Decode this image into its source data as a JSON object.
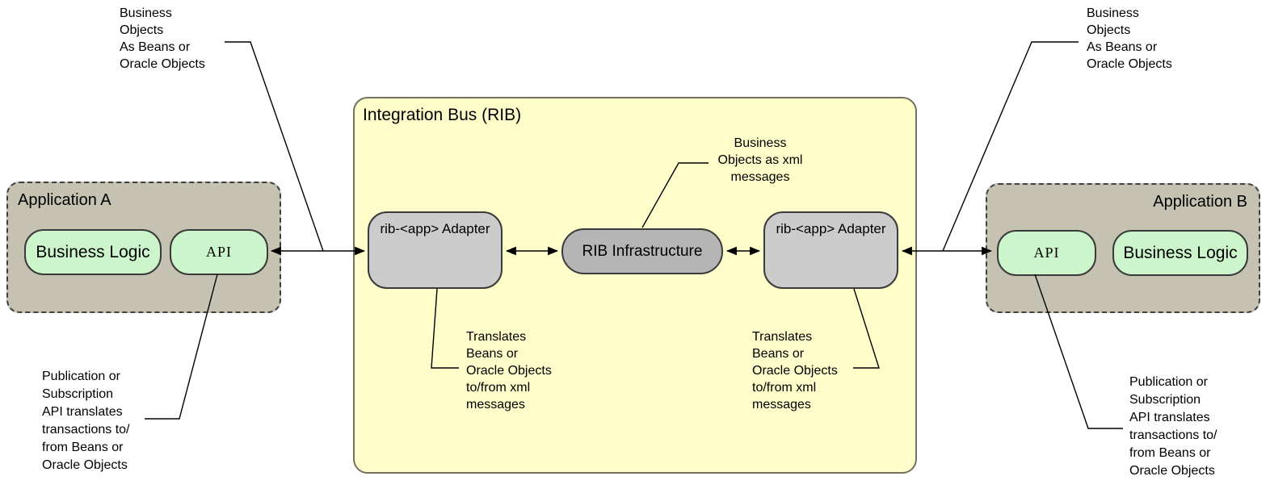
{
  "bus": {
    "title": "Integration Bus (RIB)"
  },
  "app_a": {
    "title": "Application A",
    "business_logic_label": "Business Logic",
    "api_label": "API"
  },
  "app_b": {
    "title": "Application B",
    "business_logic_label": "Business Logic",
    "api_label": "API"
  },
  "adapters": {
    "left_label": "rib-<app> Adapter",
    "right_label": "rib-<app> Adapter"
  },
  "infrastructure": {
    "label": "RIB Infrastructure"
  },
  "annotations": {
    "business_objects_left": "Business\nObjects\nAs Beans or\nOracle Objects",
    "business_objects_right": "Business\nObjects\nAs Beans or\nOracle Objects",
    "business_objects_xml": "Business\nObjects as xml\nmessages",
    "translates_left": "Translates\nBeans or\nOracle Objects\nto/from xml\nmessages",
    "translates_right": "Translates\nBeans or\nOracle Objects\nto/from xml\nmessages",
    "publication_left": "Publication or\nSubscription\nAPI translates\ntransactions to/\nfrom Beans or\nOracle Objects",
    "publication_right": "Publication or\nSubscription\nAPI translates\ntransactions to/\nfrom Beans or\nOracle Objects"
  },
  "colors": {
    "app_fill": "#c5c2b2",
    "module_green_fill": "#ccf5cc",
    "bus_fill": "#fffdc9",
    "adapter_fill": "#cccccc",
    "infrastructure_fill": "#b5b5b5",
    "connector": "#000000"
  }
}
